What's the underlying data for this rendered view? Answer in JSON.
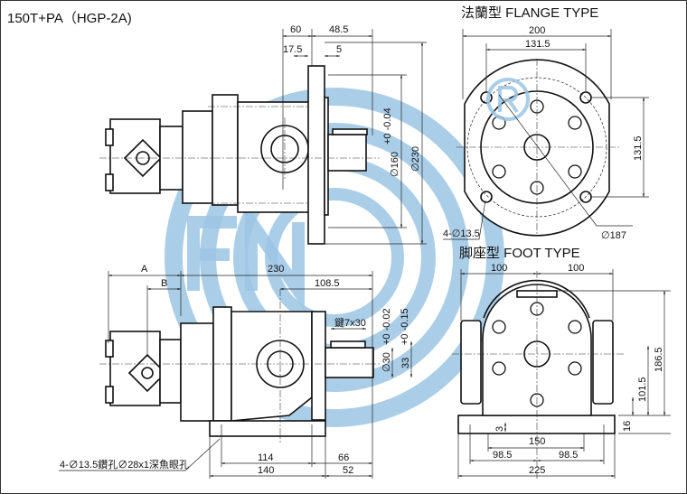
{
  "title": "150T+PA（HGP-2A)",
  "watermark": {
    "letters": "FN",
    "registered": "®",
    "color": "#9cc6e4"
  },
  "flange_type": {
    "heading": "法蘭型  FLANGE TYPE",
    "dims": {
      "width": "200",
      "bolt_spacing_h": "131.5",
      "bolt_spacing_v": "131.5",
      "holes": "4-∅13.5",
      "pcd": "∅187"
    }
  },
  "foot_type": {
    "heading": "脚座型  FOOT TYPE",
    "dims": {
      "left_half": "100",
      "right_half": "100",
      "height": "186.5",
      "center_height": "101.5",
      "base_thickness": "16",
      "recess": "3",
      "recess_width": "150",
      "hole_left": "98.5",
      "hole_right": "98.5",
      "base_width": "225"
    }
  },
  "side_flange": {
    "dims": {
      "d60": "60",
      "d48_5": "48.5",
      "d17_5": "17.5",
      "d5": "5",
      "pilot": "∅160",
      "pilot_tol": "+0 -0.04",
      "flange_dia": "∅230"
    }
  },
  "side_foot": {
    "dims": {
      "A": "A",
      "B": "B",
      "overall": "230",
      "shaft_len": "108.5",
      "key": "鍵7x30",
      "shaft_dia": "∅30",
      "shaft_tol": "+0 -0.02",
      "key_height": "33",
      "key_tol": "+0 -0.15",
      "hole_spacing": "114",
      "base_len": "140",
      "end_66": "66",
      "end_52": "52"
    },
    "note": "4-∅13.5鑽孔∅28x1深魚眼孔"
  }
}
